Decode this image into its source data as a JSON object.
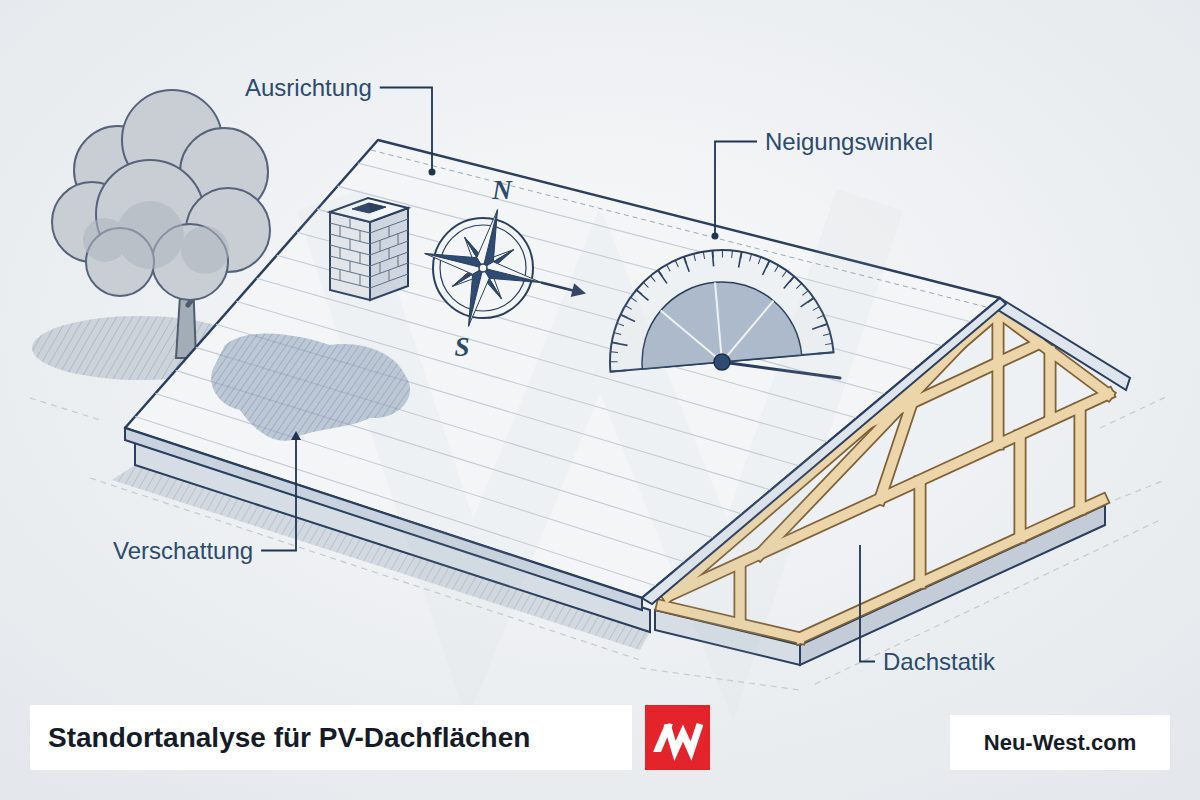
{
  "diagram": {
    "title": "Standortanalyse für PV-Dachflächen",
    "labels": [
      "Ausrichtung",
      "Neigungswinkel",
      "Verschattung",
      "Dachstatik",
      "N",
      "S",
      "Neu-West.com"
    ]
  }
}
